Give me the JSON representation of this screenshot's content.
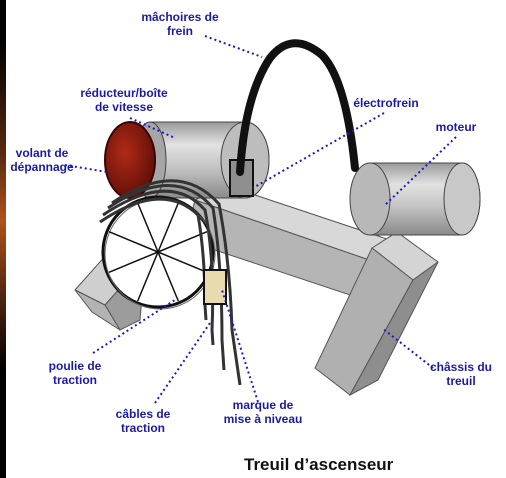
{
  "title": "Treuil d’ascenseur",
  "labels": {
    "machoires_1": "mâchoires de",
    "machoires_2": "frein",
    "reducteur_1": "réducteur/boîte",
    "reducteur_2": "de vitesse",
    "electrofrein": "électrofrein",
    "moteur": "moteur",
    "volant_1": "volant de",
    "volant_2": "dépannage",
    "poulie_1": "poulie de",
    "poulie_2": "traction",
    "cables_1": "câbles de",
    "cables_2": "traction",
    "marque_1": "marque de",
    "marque_2": "mise à niveau",
    "chassis_1": "châssis du",
    "chassis_2": "treuil"
  },
  "colors": {
    "label_text": "#1a1aa6",
    "leader_line": "#1a1acc",
    "metal": "#b8b8b8",
    "flywheel": "#8b1a10",
    "marker": "#e8dcae"
  }
}
